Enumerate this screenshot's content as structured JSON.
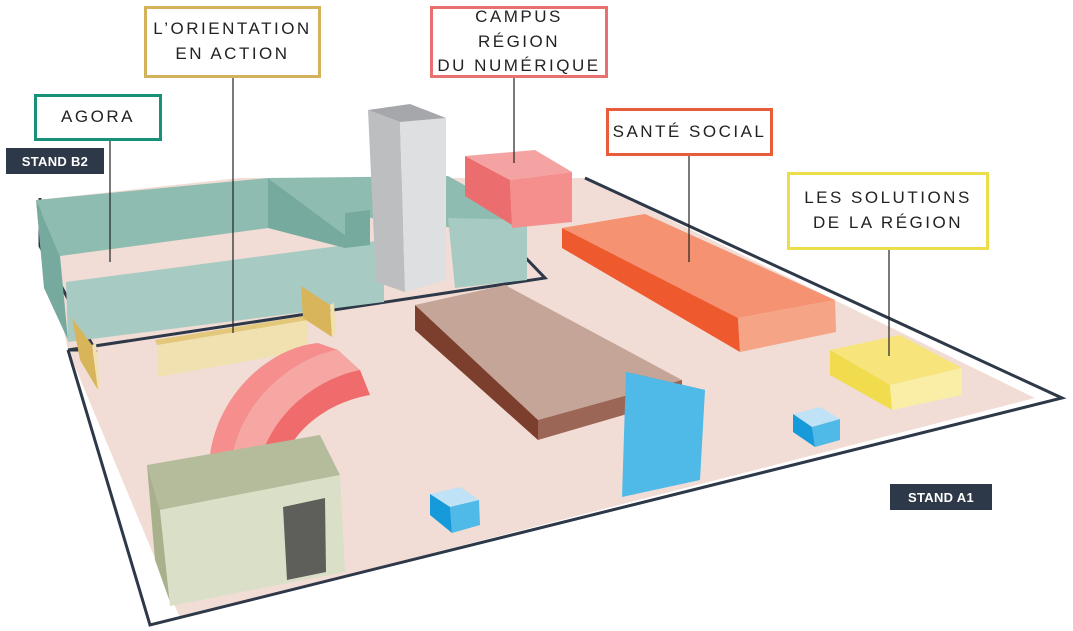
{
  "zones": {
    "agora": {
      "label": "AGORA",
      "color": "#179278"
    },
    "orientation": {
      "label": "L’ORIENTATION\nEN ACTION",
      "color": "#d2b25a"
    },
    "campus": {
      "label": "CAMPUS RÉGION\nDU NUMÉRIQUE",
      "color": "#e8716e"
    },
    "sante": {
      "label": "SANTÉ SOCIAL",
      "color": "#e85c3a"
    },
    "solutions": {
      "label": "LES SOLUTIONS\nDE LA RÉGION",
      "color": "#ecde4a"
    }
  },
  "stands": {
    "b2": "STAND B2",
    "a1": "STAND A1"
  }
}
